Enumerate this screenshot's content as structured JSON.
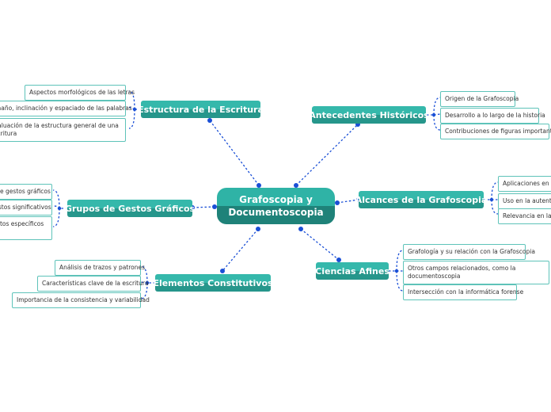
{
  "colors": {
    "accent": "#2fb3a6",
    "accent_dark": "#1f8279",
    "link": "#1a4fd6",
    "leaf_border": "#5ec3b9"
  },
  "center": {
    "title": "Grafoscopia y Documentoscopia"
  },
  "branches": {
    "estructura": {
      "label": "Estructura de la Escritura",
      "items": [
        "Aspectos morfológicos de las letras",
        "Tamaño, inclinación y espaciado de las palabras",
        "Evaluación de la estructura general de una escritura"
      ]
    },
    "grupos": {
      "label": "Grupos de Gestos Gráficos",
      "items": [
        "Clasificación de gestos gráficos",
        "Identificación de gestos significativos",
        "Análisis de gestos específicos en la escritura"
      ]
    },
    "elementos": {
      "label": "Elementos Constitutivos",
      "items": [
        "Análisis de trazos y patrones",
        "Características clave de la escritura",
        "Importancia de la consistencia y variabilidad"
      ]
    },
    "antecedentes": {
      "label": "Antecedentes Históricos",
      "items": [
        "Origen de la Grafoscopia",
        "Desarrollo a lo largo de la historia",
        "Contribuciones de figuras importantes"
      ]
    },
    "alcances": {
      "label": "Alcances de la Grafoscopia",
      "items": [
        "Aplicaciones en la investigación forense",
        "Uso en la autenticación de documentos",
        "Relevancia en la peritación judicial"
      ]
    },
    "ciencias": {
      "label": "Ciencias Afines",
      "items": [
        "Grafología y su relación con la Grafoscopia",
        "Otros campos relacionados, como la documentoscopia",
        "Intersección con la informática forense"
      ]
    }
  }
}
